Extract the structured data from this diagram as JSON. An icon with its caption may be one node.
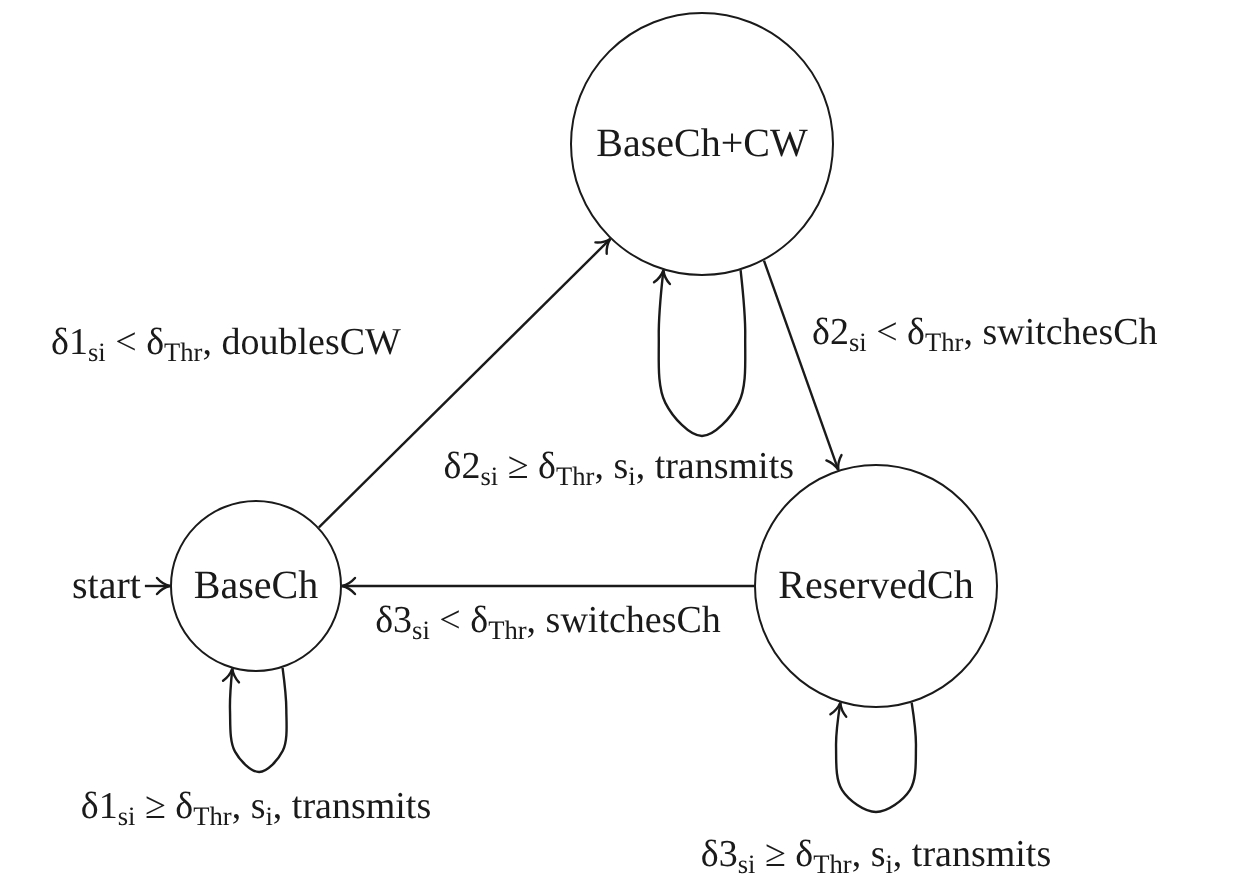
{
  "diagram": {
    "nodes": [
      {
        "text": [
          "BaseCh+CW"
        ]
      },
      {
        "text": [
          "start"
        ]
      },
      {
        "text": [
          "BaseCh"
        ]
      },
      {
        "text": [
          "ReservedCh"
        ]
      }
    ],
    "edges": [
      {
        "from": 1,
        "to": 2,
        "arrow": "to"
      },
      {
        "from": 2,
        "to": 0,
        "arrow": "to",
        "label": "δ1$_{si}$ < δ$_{Thr}$, doublesCW"
      },
      {
        "from": 0,
        "to": 0,
        "arrow": "to",
        "label": "δ2$_{si}$ ≥ δ$_{Thr}$, s$_{i}$, transmits"
      },
      {
        "from": 0,
        "to": 3,
        "arrow": "to",
        "label": "δ2$_{si}$ < δ$_{Thr}$, switchesCh"
      },
      {
        "from": 3,
        "to": 2,
        "arrow": "to",
        "label": "δ3$_{si}$ < δ$_{Thr}$, switchesCh"
      },
      {
        "from": 2,
        "to": 2,
        "arrow": "to",
        "label": "δ1$_{si}$ ≥ δ$_{Thr}$, s$_{i}$, transmits"
      },
      {
        "from": 3,
        "to": 3,
        "arrow": "to",
        "label": "δ3$_{si}$ ≥ δ$_{Thr}$, s$_{i}$, transmits"
      }
    ]
  }
}
